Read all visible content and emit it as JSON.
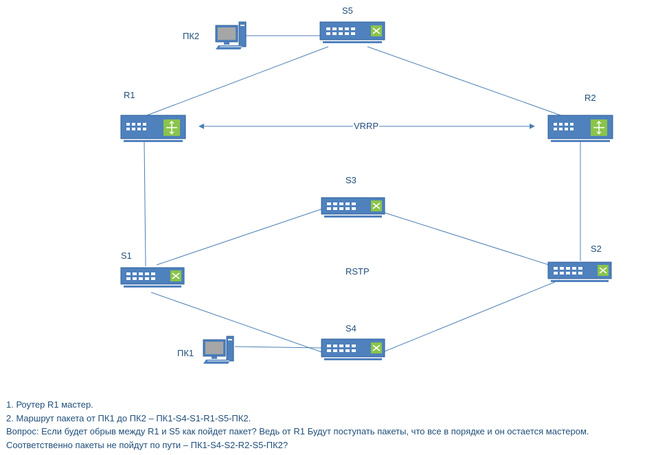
{
  "nodes": {
    "s5": {
      "label": "S5",
      "kind": "switch"
    },
    "r1": {
      "label": "R1",
      "kind": "router"
    },
    "r2": {
      "label": "R2",
      "kind": "router"
    },
    "s3": {
      "label": "S3",
      "kind": "switch"
    },
    "s1": {
      "label": "S1",
      "kind": "switch"
    },
    "s2": {
      "label": "S2",
      "kind": "switch"
    },
    "s4": {
      "label": "S4",
      "kind": "switch"
    },
    "pc2": {
      "label": "ПК2",
      "kind": "pc"
    },
    "pc1": {
      "label": "ПК1",
      "kind": "pc"
    }
  },
  "protocols": {
    "vrrp": "VRRP",
    "rstp": "RSTP"
  },
  "links": [
    [
      "pc2",
      "s5"
    ],
    [
      "s5",
      "r1"
    ],
    [
      "s5",
      "r2"
    ],
    [
      "r1",
      "s1"
    ],
    [
      "r2",
      "s2"
    ],
    [
      "s1",
      "s3"
    ],
    [
      "s3",
      "s2"
    ],
    [
      "s1",
      "s4"
    ],
    [
      "s4",
      "s2"
    ],
    [
      "pc1",
      "s4"
    ]
  ],
  "colors": {
    "device_fill": "#4f81bd",
    "device_edge": "#2e5f9a",
    "line": "#4a7fb5",
    "text": "#1f4e79",
    "router_port": "#8ac44a"
  },
  "notes": [
    "1. Роутер R1 мастер.",
    "2. Маршрут пакета от ПК1 до ПК2 – ПК1-S4-S1-R1-S5-ПК2.",
    "Вопрос: Если будет обрыв между R1 и S5 как пойдет пакет? Ведь от R1 Будут поступать пакеты, что все в порядке и он остается мастером.",
    "Соответственно пакеты не пойдут по пути – ПК1-S4-S2-R2-S5-ПК2?"
  ]
}
